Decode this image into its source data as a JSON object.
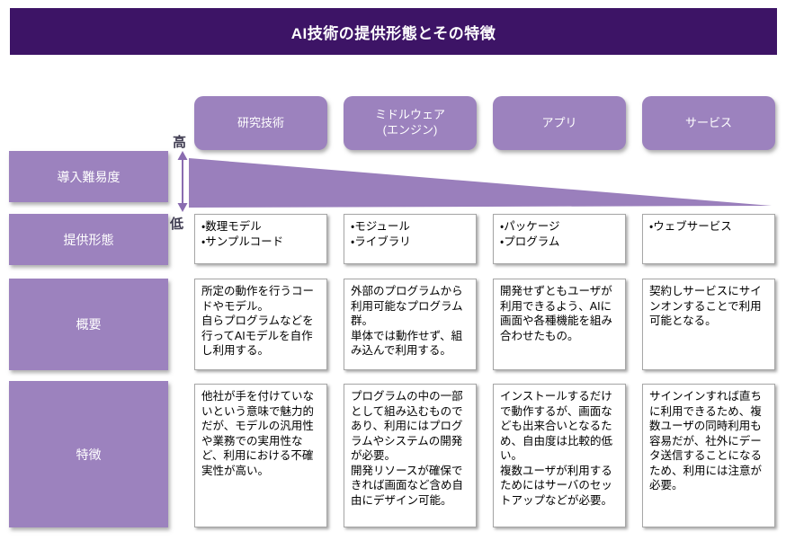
{
  "title": "AI技術の提供形態とその特徴",
  "column_headers": [
    "研究技術",
    "ミドルウェア\n(エンジン)",
    "アプリ",
    "サービス"
  ],
  "row_labels": {
    "difficulty": "導入難易度",
    "form": "提供形態",
    "overview": "概要",
    "features": "特徴"
  },
  "difficulty_scale": {
    "high_label": "高",
    "low_label": "低"
  },
  "cells": {
    "form": [
      "・数理モデル\n・サンプルコード",
      "・モジュール\n・ライブラリ",
      "・パッケージ\n・プログラム",
      "・ウェブサービス"
    ],
    "overview": [
      "所定の動作を行うコードやモデル。\n自らプログラムなどを行ってAIモデルを自作し利用する。",
      "外部のプログラムから利用可能なプログラム群。\n単体では動作せず、組み込んで利用する。",
      "開発せずともユーザが利用できるよう、AIに画面や各種機能を組み合わせたもの。",
      "契約しサービスにサインオンすることで利用可能となる。"
    ],
    "features": [
      "他社が手を付けていないという意味で魅力的だが、モデルの汎用性や業務での実用性など、利用における不確実性が高い。",
      "プログラムの中の一部として組み込むものであり、利用にはプログラムやシステムの開発が必要。\n開発リソースが確保できれば画面など含め自由にデザイン可能。",
      "インストールするだけで動作するが、画面なども出来合いとなるため、自由度は比較的低い。\n複数ユーザが利用するためにはサーバのセットアップなどが必要。",
      "サインインすれば直ちに利用できるため、複数ユーザの同時利用も容易だが、社外にデータ送信することになるため、利用には注意が必要。"
    ]
  },
  "colors": {
    "title_bar_bg": "#3d1466",
    "purple_box": "#9c82be",
    "wedge": "#9a7fbc",
    "arrow": "#8a6cb0",
    "cell_border": "#a6a6a6",
    "scale_text": "#403d52"
  }
}
